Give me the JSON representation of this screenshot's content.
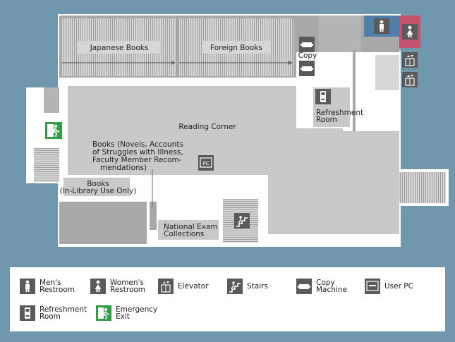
{
  "map": {
    "rooms": {
      "japanese_books": "Japanese Books",
      "foreign_books": "Foreign Books",
      "copy": "Copy",
      "refreshment_line1": "Refreshment",
      "refreshment_line2": "Room",
      "reading_corner": "Reading Corner",
      "books_novels_line1": "Books (Novels, Accounts",
      "books_novels_line2": "of Struggles with Illness,",
      "books_novels_line3": "Faculty Member Recom-",
      "books_novels_line4": "mendations)",
      "books_inlib_line1": "Books",
      "books_inlib_line2": "(In-Library Use Only)",
      "national_exam_line1": "National Exam",
      "national_exam_line2": "Collections"
    },
    "icon_labels": {
      "pc": "PC"
    }
  },
  "legend": {
    "items": [
      {
        "name": "mens-restroom",
        "icon": "man-icon",
        "label": "Men's\nRestroom"
      },
      {
        "name": "womens-restroom",
        "icon": "woman-icon",
        "label": "Women's\nRestroom"
      },
      {
        "name": "elevator",
        "icon": "elevator-icon",
        "label": "Elevator"
      },
      {
        "name": "stairs",
        "icon": "stairs-icon",
        "label": "Stairs"
      },
      {
        "name": "copy-machine",
        "icon": "copy-machine-icon",
        "label": "Copy\nMachine"
      },
      {
        "name": "user-pc",
        "icon": "pc-icon",
        "label": "User PC"
      },
      {
        "name": "refreshment-room",
        "icon": "vending-icon",
        "label": "Refreshment\nRoom"
      },
      {
        "name": "emergency-exit",
        "icon": "emergency-exit-icon",
        "label": "Emergency\nExit"
      }
    ]
  },
  "colors": {
    "background": "#7097ae",
    "floor": "#ffffff",
    "shelf_area": "#c9c9c9",
    "icon": "#5a5a5a",
    "womens_restroom": "#c4546e",
    "mens_restroom": "#4f7fa8",
    "emergency_exit": "#2f9e45"
  }
}
